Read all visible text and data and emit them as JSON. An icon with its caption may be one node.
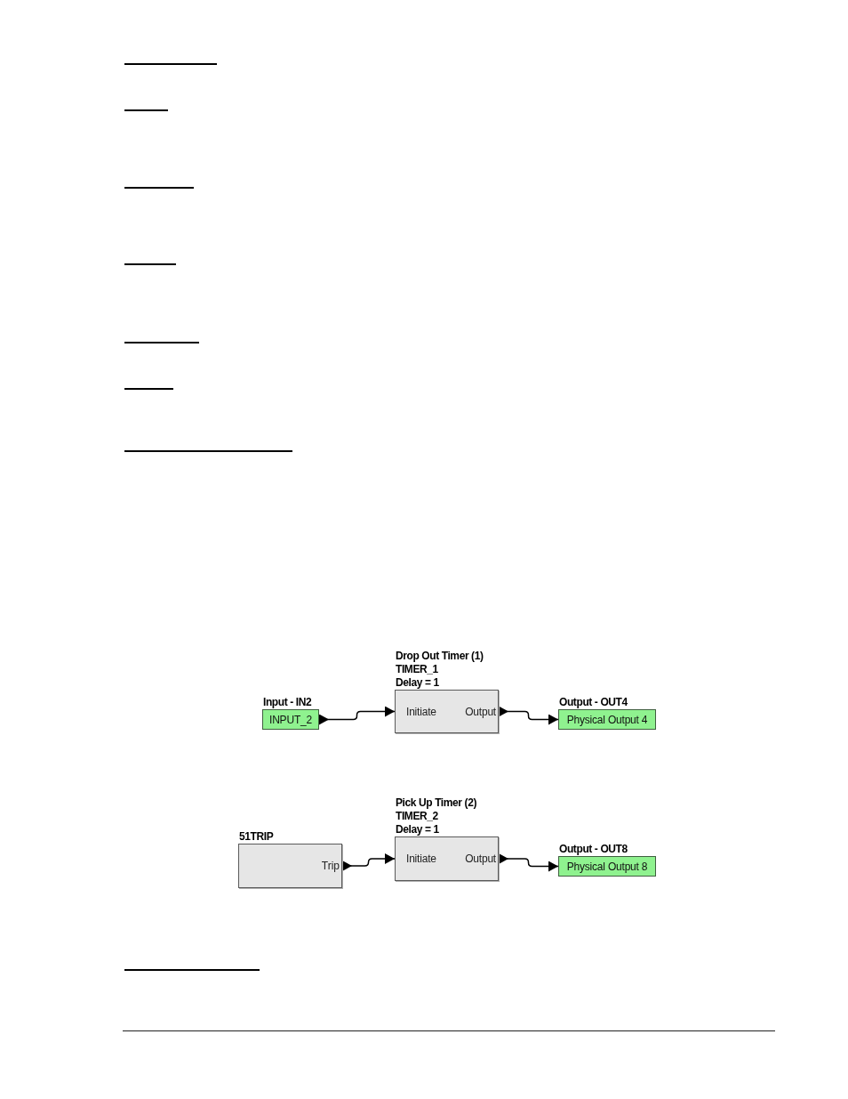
{
  "diagram": {
    "nodes": [
      {
        "text": [
          "Input - IN2",
          "INPUT_2"
        ]
      },
      {
        "text": [
          "Drop Out Timer (1)",
          "TIMER_1",
          "Delay = 1",
          "Initiate",
          "Output"
        ]
      },
      {
        "text": [
          "Output - OUT4",
          "Physical Output 4"
        ]
      },
      {
        "text": [
          "51TRIP",
          "Trip"
        ]
      },
      {
        "text": [
          "Pick Up Timer (2)",
          "TIMER_2",
          "Delay = 1",
          "Initiate",
          "Output"
        ]
      },
      {
        "text": [
          "Output - OUT8",
          "Physical Output 8"
        ]
      }
    ],
    "edges": [
      {
        "from": 0,
        "to": 1,
        "arrow": "to"
      },
      {
        "from": 1,
        "to": 2,
        "arrow": "to"
      },
      {
        "from": 3,
        "to": 4,
        "arrow": "to"
      },
      {
        "from": 4,
        "to": 5,
        "arrow": "to"
      }
    ]
  }
}
